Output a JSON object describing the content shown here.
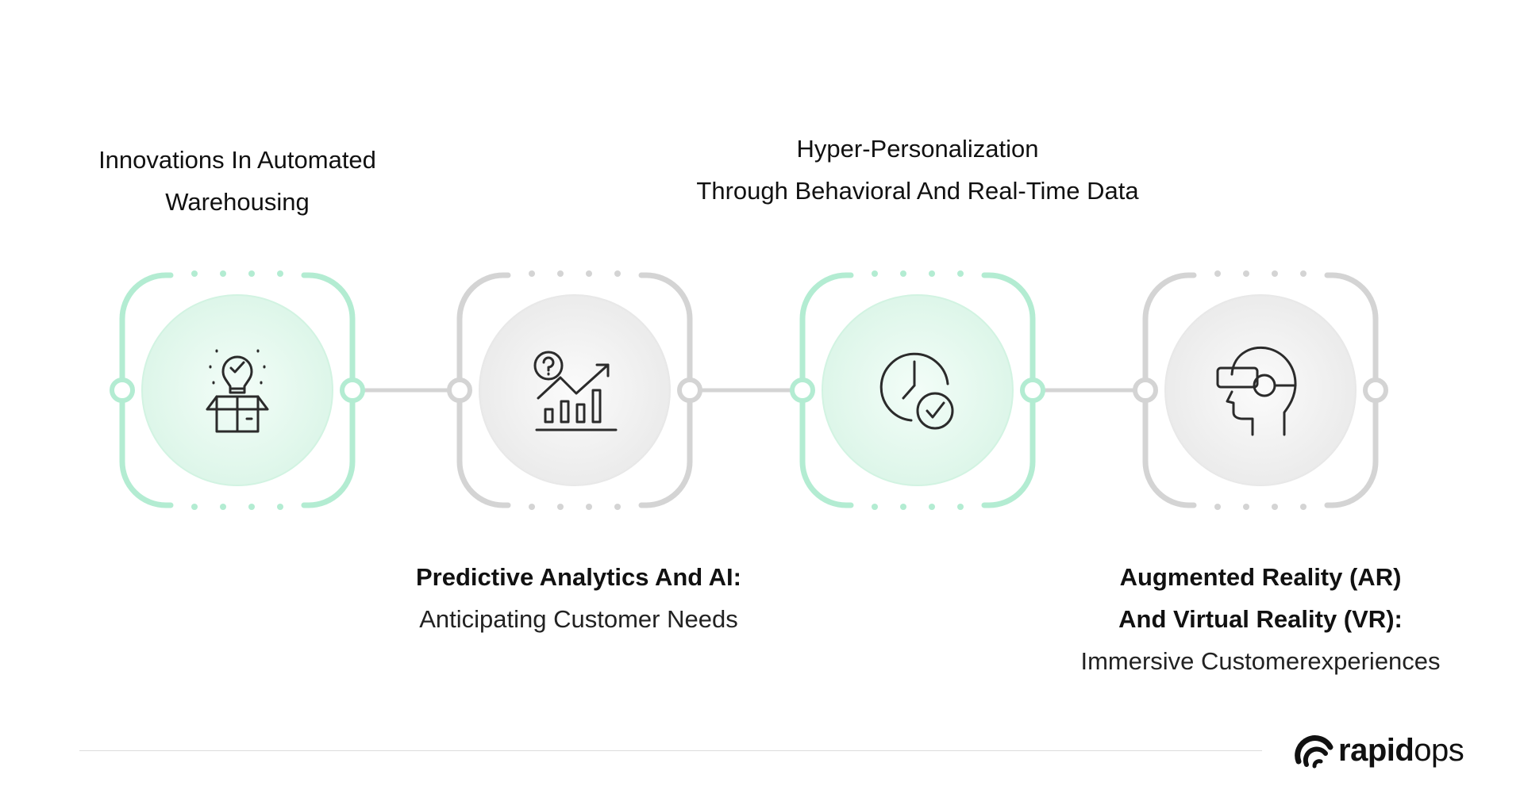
{
  "steps": [
    {
      "lines": [
        "Innovations In Automated",
        "Warehousing"
      ],
      "icon": "lightbulb-box-icon",
      "theme": "green"
    },
    {
      "lines": [
        "Predictive Analytics And AI:",
        "Anticipating Customer Needs"
      ],
      "icon": "analytics-chart-icon",
      "theme": "gray"
    },
    {
      "lines": [
        "Hyper-Personalization",
        "Through Behavioral And Real-Time Data"
      ],
      "icon": "clock-check-icon",
      "theme": "green"
    },
    {
      "lines": [
        "Augmented Reality (AR)",
        "And Virtual Reality (VR):",
        "Immersive Customerexperiences"
      ],
      "icon": "vr-headset-icon",
      "theme": "gray"
    }
  ],
  "brand": {
    "name_bold": "rapid",
    "name_light": "ops",
    "icon": "rapidops-logo-icon"
  },
  "colors": {
    "green_frame": "#b3ecd2",
    "green_circle": "#e6f9ef",
    "gray_frame": "#d4d4d4",
    "gray_circle": "#f0f0f0",
    "connector": "#d4d4d4",
    "icon_stroke": "#2b2b2b",
    "text": "#111111"
  }
}
